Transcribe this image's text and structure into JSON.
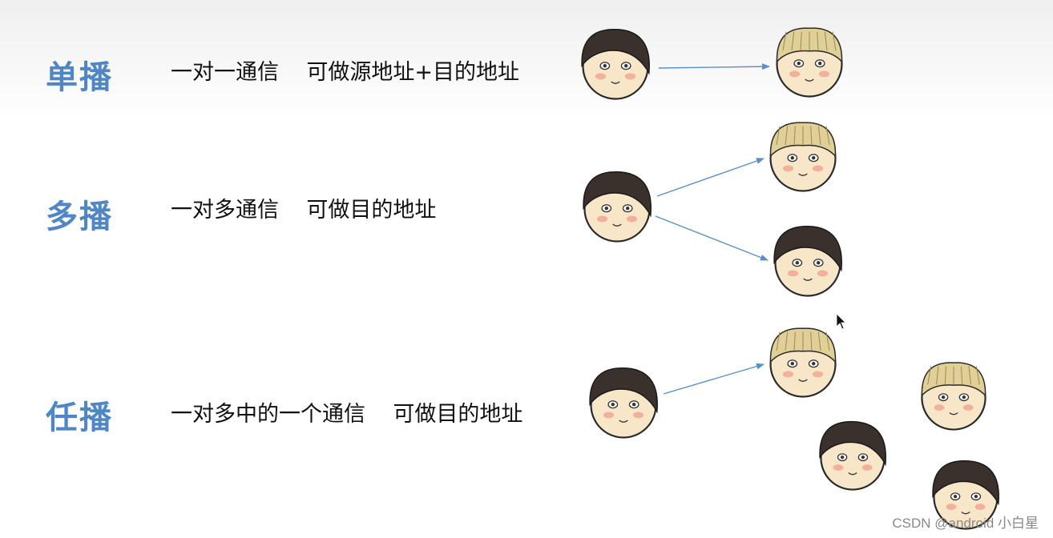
{
  "rows": [
    {
      "title": "单播",
      "description": "一对一通信    可做源地址+目的地址"
    },
    {
      "title": "多播",
      "description": "一对多通信    可做目的地址"
    },
    {
      "title": "任播",
      "description": "一对多中的一个通信    可做目的地址"
    }
  ],
  "colors": {
    "title": "#4f86c6",
    "arrow": "#5b8fc9",
    "dark_hair": "#3a302c",
    "light_hair": "#e0cf96",
    "skin": "#f8e6c8"
  },
  "watermark": "CSDN @android 小白星"
}
